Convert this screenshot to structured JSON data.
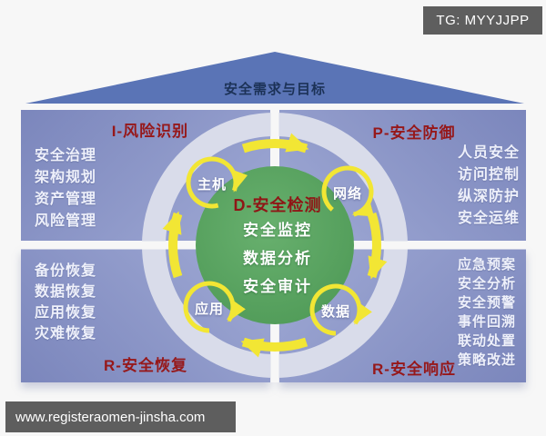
{
  "badge": {
    "text": "TG: MYYJJPP"
  },
  "roof": {
    "title": "安全需求与目标"
  },
  "quadrants": {
    "top_left": {
      "label": "I-风险识别",
      "items": [
        "安全治理",
        "架构规划",
        "资产管理",
        "风险管理"
      ]
    },
    "top_right": {
      "label": "P-安全防御",
      "items": [
        "人员安全",
        "访问控制",
        "纵深防护",
        "安全运维"
      ]
    },
    "bottom_left": {
      "label": "R-安全恢复",
      "items": [
        "备份恢复",
        "数据恢复",
        "应用恢复",
        "灾难恢复"
      ]
    },
    "bottom_right": {
      "label": "R-安全响应",
      "items": [
        "应急预案",
        "安全分析",
        "安全预警",
        "事件回溯",
        "联动处置",
        "策略改进"
      ]
    }
  },
  "center": {
    "title": "D-安全检测",
    "items": [
      "安全监控",
      "数据分析",
      "安全审计"
    ]
  },
  "nodes": {
    "host": "主机",
    "network": "网络",
    "app": "应用",
    "data": "数据"
  },
  "footer": {
    "url": "www.registeraomen-jinsha.com"
  },
  "colors": {
    "quadrant_blue": "#8b95c6",
    "ring_gray": "#d9dcea",
    "center_green": "#58a15f",
    "arrow_yellow": "#f2e634",
    "label_red": "#96181a",
    "roof_blue": "#5a74b6",
    "roof_text_navy": "#1c3257",
    "badge_gray": "#5e5e5e",
    "list_text": "#ffffff"
  }
}
